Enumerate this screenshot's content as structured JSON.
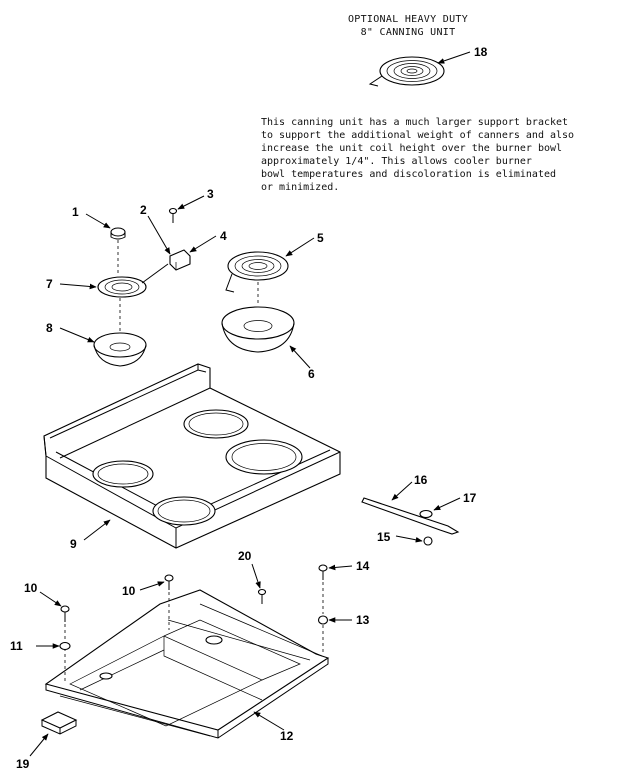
{
  "caption": {
    "line1": "OPTIONAL HEAVY DUTY",
    "line2": "8\" CANNING UNIT"
  },
  "description": [
    "This canning unit has a much  larger support bracket",
    "to support the additional weight of canners and also",
    "increase the  unit coil height  over the burner bowl",
    "approximately  1/4\".    This  allows  cooler  burner",
    "bowl temperatures  and  discoloration is  eliminated",
    "or minimized."
  ],
  "callouts": {
    "c1": "1",
    "c2": "2",
    "c3": "3",
    "c4": "4",
    "c5": "5",
    "c6": "6",
    "c7": "7",
    "c8": "8",
    "c9": "9",
    "c10a": "10",
    "c10b": "10",
    "c11": "11",
    "c12": "12",
    "c13": "13",
    "c14": "14",
    "c15": "15",
    "c16": "16",
    "c17": "17",
    "c18": "18",
    "c19": "19",
    "c20": "20"
  }
}
